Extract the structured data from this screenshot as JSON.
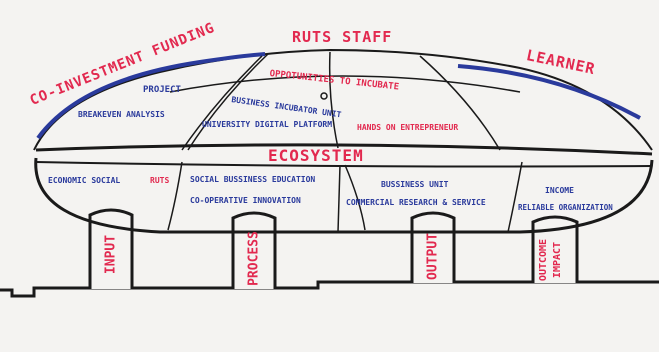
{
  "top": {
    "ruts_staff": "RUTS STAFF",
    "co_investment_funding": "CO-INVESTMENT FUNDING",
    "learner": "LEARNER"
  },
  "dome": {
    "project": "PROJECT",
    "breakeven_analysis": "BREAKEVEN ANALYSIS",
    "opportunities_to_incubate": "OPPOTUNITIES TO INCUBATE",
    "business_incubator_unit": "BUSINESS INCUBATOR UNIT",
    "university_digital_platform": "UNIVERSITY DIGITAL PLATFORM",
    "hands_on_entrepreneur": "HANDS ON ENTREPRENEUR"
  },
  "ecosystem": {
    "title": "ECOSYSTEM",
    "economic_social": "ECONOMIC SOCIAL",
    "ruts": "RUTS",
    "social_business_education": "SOCIAL BUSSINESS EDUCATION",
    "cooperative_innovation": "CO-OPERATIVE INNOVATION",
    "business_unit": "BUSSINESS UNIT",
    "commercial_research_service": "COMMERCIAL RESEARCH & SERVICE",
    "income": "INCOME",
    "reliable_organization": "RELIABLE ORGANIZATION"
  },
  "pillars": {
    "input": "INPUT",
    "process": "PROCESS",
    "output": "OUTPUT",
    "outcome": "OUTCOME",
    "impact": "IMPACT"
  },
  "colors": {
    "red": "#e2294f",
    "blue": "#2a3a9c",
    "ink": "#1a1a1a"
  }
}
